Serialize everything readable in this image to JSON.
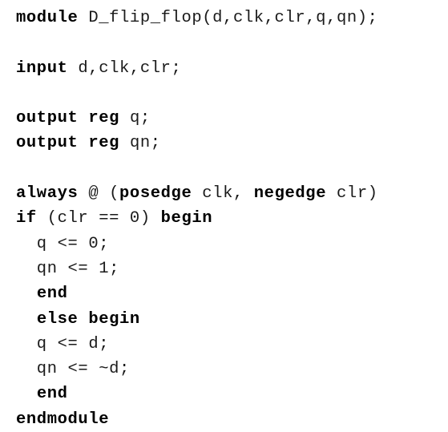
{
  "code_lines": [
    [
      {
        "t": "module",
        "b": true
      },
      {
        "t": " D_flip_flop(d,clk,clr,q,qn);",
        "b": false
      }
    ],
    [],
    [
      {
        "t": "input",
        "b": true
      },
      {
        "t": " d,clk,clr;",
        "b": false
      }
    ],
    [],
    [
      {
        "t": "output",
        "b": true
      },
      {
        "t": " ",
        "b": false
      },
      {
        "t": "reg",
        "b": true
      },
      {
        "t": " q;",
        "b": false
      }
    ],
    [
      {
        "t": "output",
        "b": true
      },
      {
        "t": " ",
        "b": false
      },
      {
        "t": "reg",
        "b": true
      },
      {
        "t": " qn;",
        "b": false
      }
    ],
    [],
    [
      {
        "t": "always",
        "b": true
      },
      {
        "t": " @ (",
        "b": false
      },
      {
        "t": "posedge",
        "b": true
      },
      {
        "t": " clk, ",
        "b": false
      },
      {
        "t": "negedge",
        "b": true
      },
      {
        "t": " clr)",
        "b": false
      }
    ],
    [
      {
        "t": "if",
        "b": true
      },
      {
        "t": " (clr == 0) ",
        "b": false
      },
      {
        "t": "begin",
        "b": true
      }
    ],
    [
      {
        "t": "  q <= 0;",
        "b": false
      }
    ],
    [
      {
        "t": "  qn <= 1;",
        "b": false
      }
    ],
    [
      {
        "t": "  ",
        "b": false
      },
      {
        "t": "end",
        "b": true
      }
    ],
    [
      {
        "t": "  ",
        "b": false
      },
      {
        "t": "else begin",
        "b": true
      }
    ],
    [
      {
        "t": "  q <= d;",
        "b": false
      }
    ],
    [
      {
        "t": "  qn <= ~d;",
        "b": false
      }
    ],
    [
      {
        "t": "  ",
        "b": false
      },
      {
        "t": "end",
        "b": true
      }
    ],
    [
      {
        "t": "endmodule",
        "b": true
      }
    ]
  ]
}
